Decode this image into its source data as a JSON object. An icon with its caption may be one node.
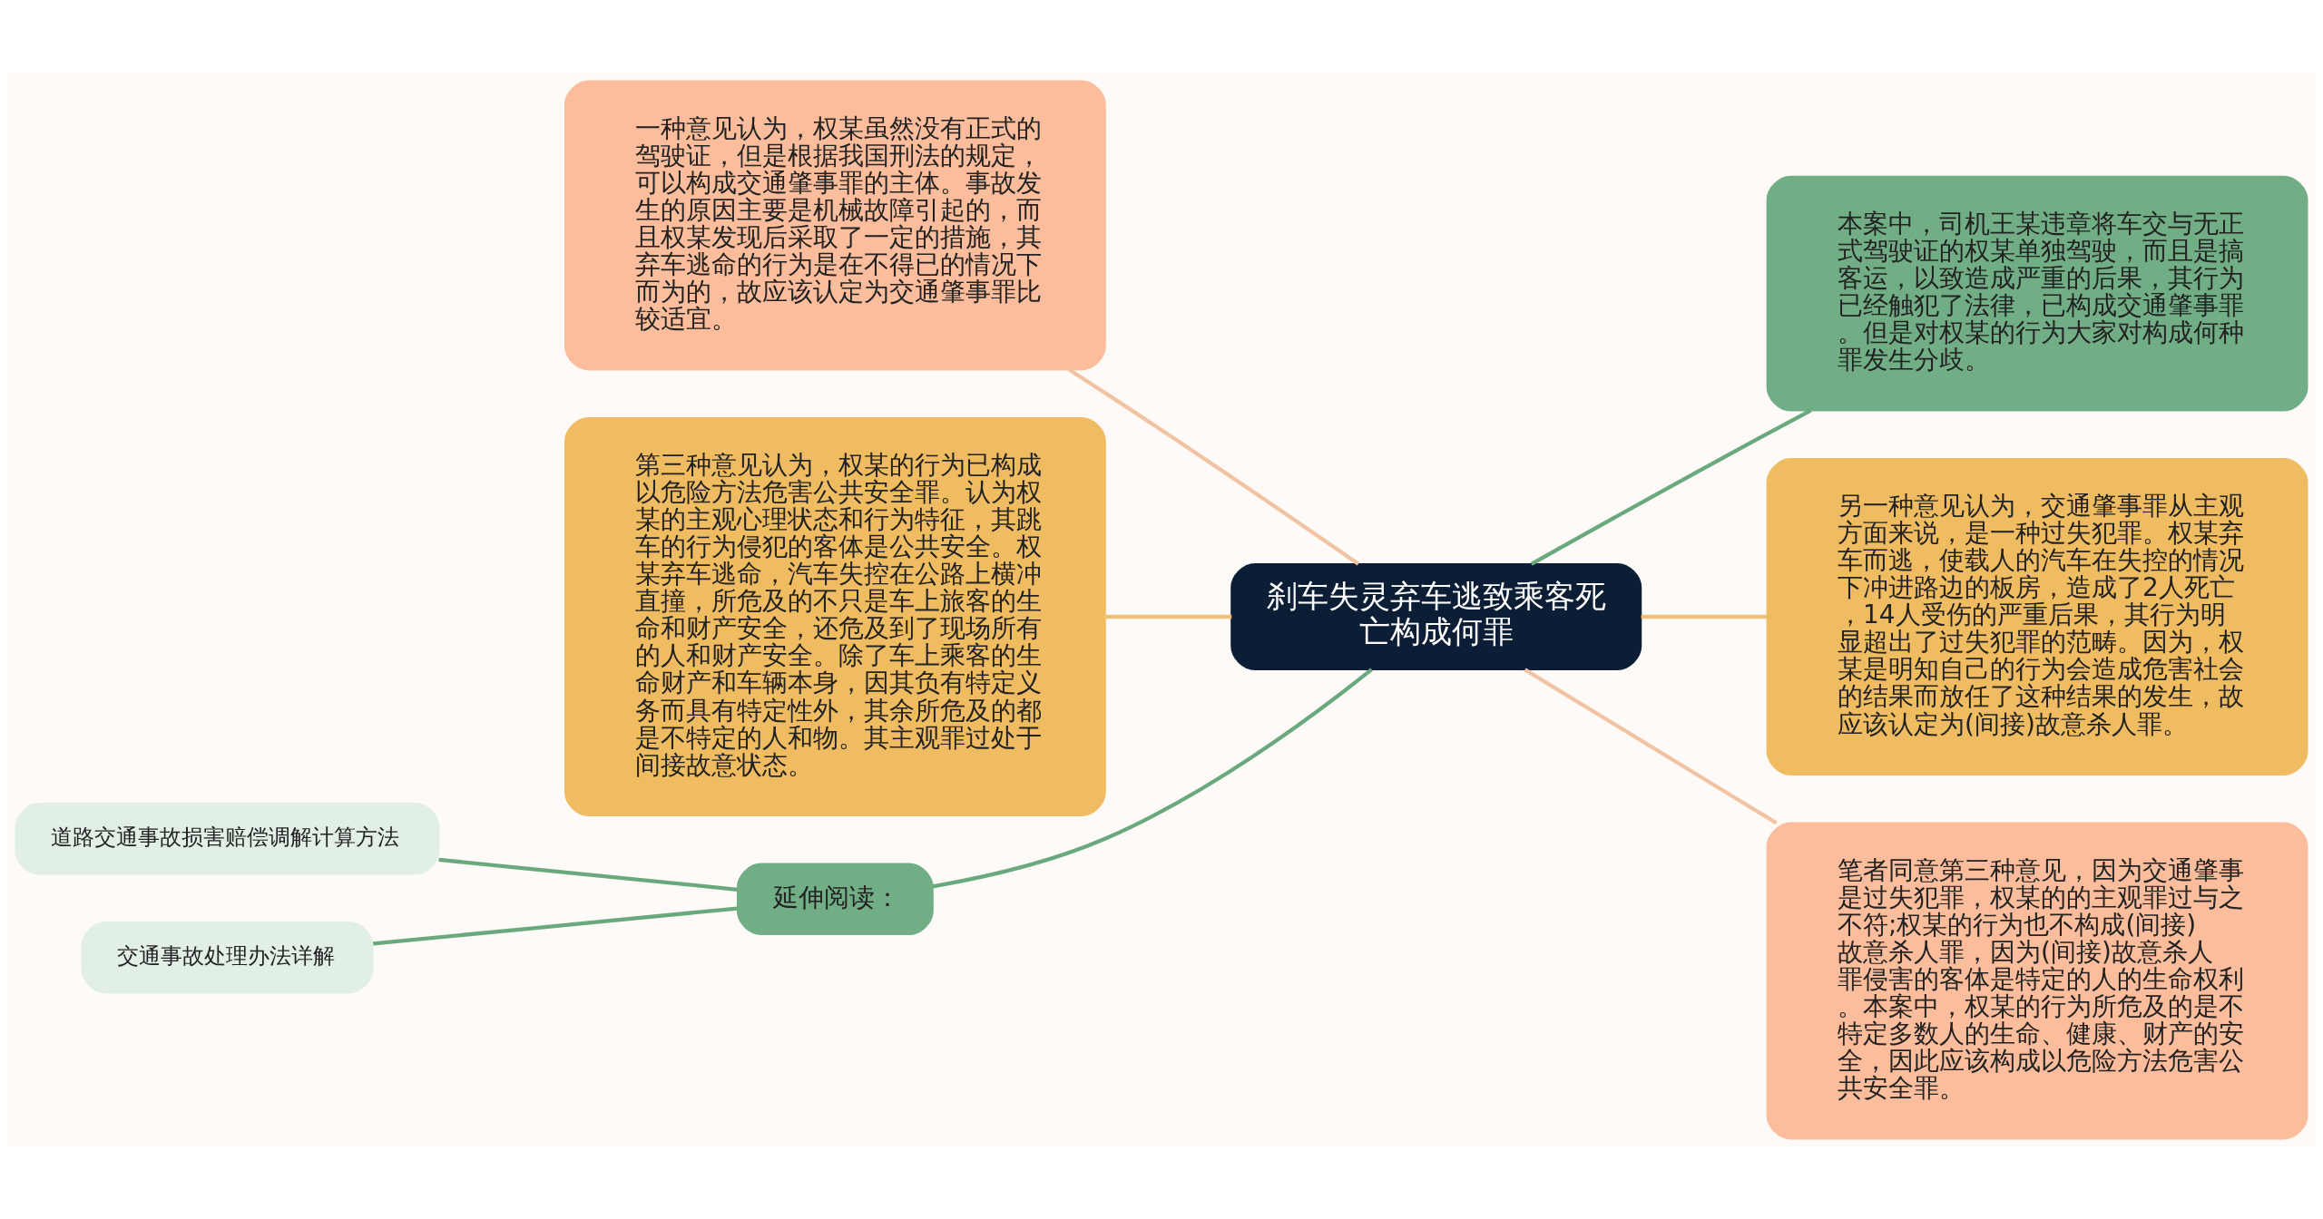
{
  "diagram": {
    "nodes": [
      {
        "text": [
          "刹车失灵弃车逃致乘客死亡构成何罪"
        ]
      },
      {
        "text": [
          "一种意见认为，权某虽然没有正式的驾驶证，但是根据我国刑法的规定，可以构成交通肇事罪的主体。事故发生的原因主要是机械故障引起的，而且权某发现后采取了一定的措施，其弃车逃命的行为是在不得已的情况下而为的，故应该认定为交通肇事罪比较适宜。"
        ]
      },
      {
        "text": [
          "第三种意见认为，权某的行为已构成以危险方法危害公共安全罪。认为权某的主观心理状态和行为特征，其跳车的行为侵犯的客体是公共安全。权某弃车逃命，汽车失控在公路上横冲直撞，所危及的不只是车上旅客的生命和财产安全，还危及到了现场所有的人和财产安全。除了车上乘客的生命财产和车辆本身，因其负有特定义务而具有特定性外，其余所危及的都是不特定的人和物。其主观罪过处于间接故意状态。"
        ]
      },
      {
        "text": [
          "延伸阅读："
        ]
      },
      {
        "text": [
          "道路交通事故损害赔偿调解计算方法"
        ]
      },
      {
        "text": [
          "交通事故处理办法详解"
        ]
      },
      {
        "text": [
          "本案中，司机王某违章将车交与无正式驾驶证的权某单独驾驶，而且是搞客运，以致造成严重的后果，其行为已经触犯了法律，已构成交通肇事罪。但是对权某的行为大家对构成何种罪发生分歧。"
        ]
      },
      {
        "text": [
          "另一种意见认为，交通肇事罪从主观方面来说，是一种过失犯罪。权某弃车而逃，使载人的汽车在失控的情况下冲进路边的板房，造成了2人死亡，14人受伤的严重后果，其行为明显超出了过失犯罪的范畴。因为，权某是明知自己的行为会造成危害社会的结果而放任了这种结果的发生，故应该认定为(间接)故意杀人罪。"
        ]
      },
      {
        "text": [
          "笔者同意第三种意见，因为交通肇事是过失犯罪，权某的的主观罪过与之不符;权某的行为也不构成(间接)故意杀人罪，因为(间接)故意杀人罪侵害的客体是特定的人的生命权利。本案中，权某的行为所危及的是不特定多数人的生命、健康、财产的安全，因此应该构成以危险方法危害公共安全罪。"
        ]
      }
    ],
    "edges": [
      {
        "from": 0,
        "to": 1,
        "arrow": "none",
        "color": "#f2c3a3"
      },
      {
        "from": 0,
        "to": 2,
        "arrow": "none",
        "color": "#efc078"
      },
      {
        "from": 0,
        "to": 3,
        "arrow": "none"
      },
      {
        "from": 3,
        "to": 4,
        "arrow": "none"
      },
      {
        "from": 3,
        "to": 5,
        "arrow": "none"
      },
      {
        "from": 0,
        "to": 6,
        "arrow": "none"
      },
      {
        "from": 0,
        "to": 7,
        "arrow": "none",
        "color": "#efc078"
      },
      {
        "from": 0,
        "to": 8,
        "arrow": "none",
        "color": "#f2c3a3"
      }
    ]
  }
}
